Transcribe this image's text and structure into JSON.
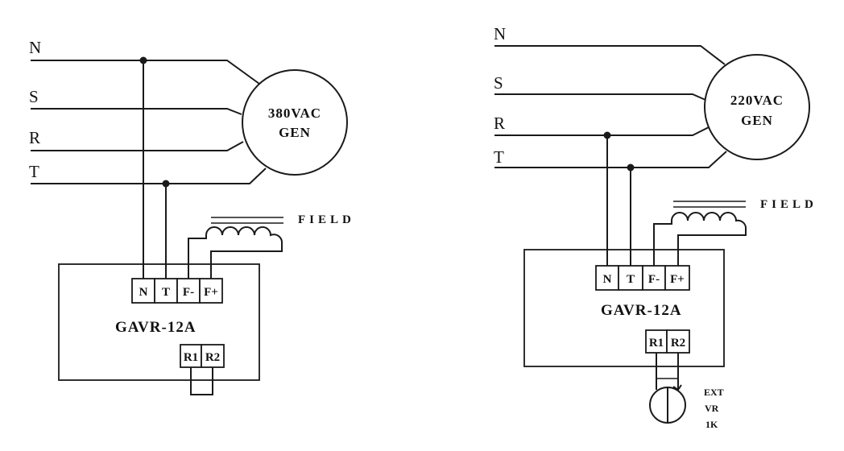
{
  "left": {
    "phases": [
      "N",
      "S",
      "R",
      "T"
    ],
    "generator": {
      "line1": "380VAC",
      "line2": "GEN"
    },
    "field_label": "FIELD",
    "model": "GAVR-12A",
    "terminals": [
      "N",
      "T",
      "F-",
      "F+"
    ],
    "rterminals": [
      "R1",
      "R2"
    ]
  },
  "right": {
    "phases": [
      "N",
      "S",
      "R",
      "T"
    ],
    "generator": {
      "line1": "220VAC",
      "line2": "GEN"
    },
    "field_label": "FIELD",
    "model": "GAVR-12A",
    "terminals": [
      "N",
      "T",
      "F-",
      "F+"
    ],
    "rterminals": [
      "R1",
      "R2"
    ],
    "ext_vr": {
      "line1": "EXT",
      "line2": "VR",
      "line3": "1K"
    }
  }
}
